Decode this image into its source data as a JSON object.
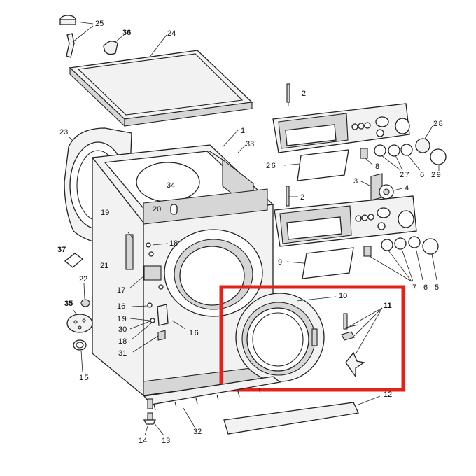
{
  "callouts": {
    "c25": "25",
    "c36": "36",
    "c24": "24",
    "c2a": "2",
    "c23": "23",
    "c1": "1",
    "c33": "33",
    "c28": "28",
    "c26": "26",
    "c27a": "27",
    "c6a": "6",
    "c29": "29",
    "c8": "8",
    "c34": "34",
    "c3": "3",
    "c4": "4",
    "c2b": "2",
    "c20": "20",
    "c19a": "19",
    "c18a": "18",
    "c37": "37",
    "c21": "21",
    "c9": "9",
    "c7": "7",
    "c6b": "6",
    "c5": "5",
    "c22": "22",
    "c17": "17",
    "c10": "10",
    "c11": "11",
    "c35": "35",
    "c16a": "16",
    "c19b": "19",
    "c30": "30",
    "c18b": "18",
    "c16b": "16",
    "c31": "31",
    "c15": "15",
    "c12": "12",
    "c32": "32",
    "c14": "14",
    "c13": "13"
  },
  "highlight": {
    "color": "#e0231b",
    "label": "door assembly highlight"
  }
}
